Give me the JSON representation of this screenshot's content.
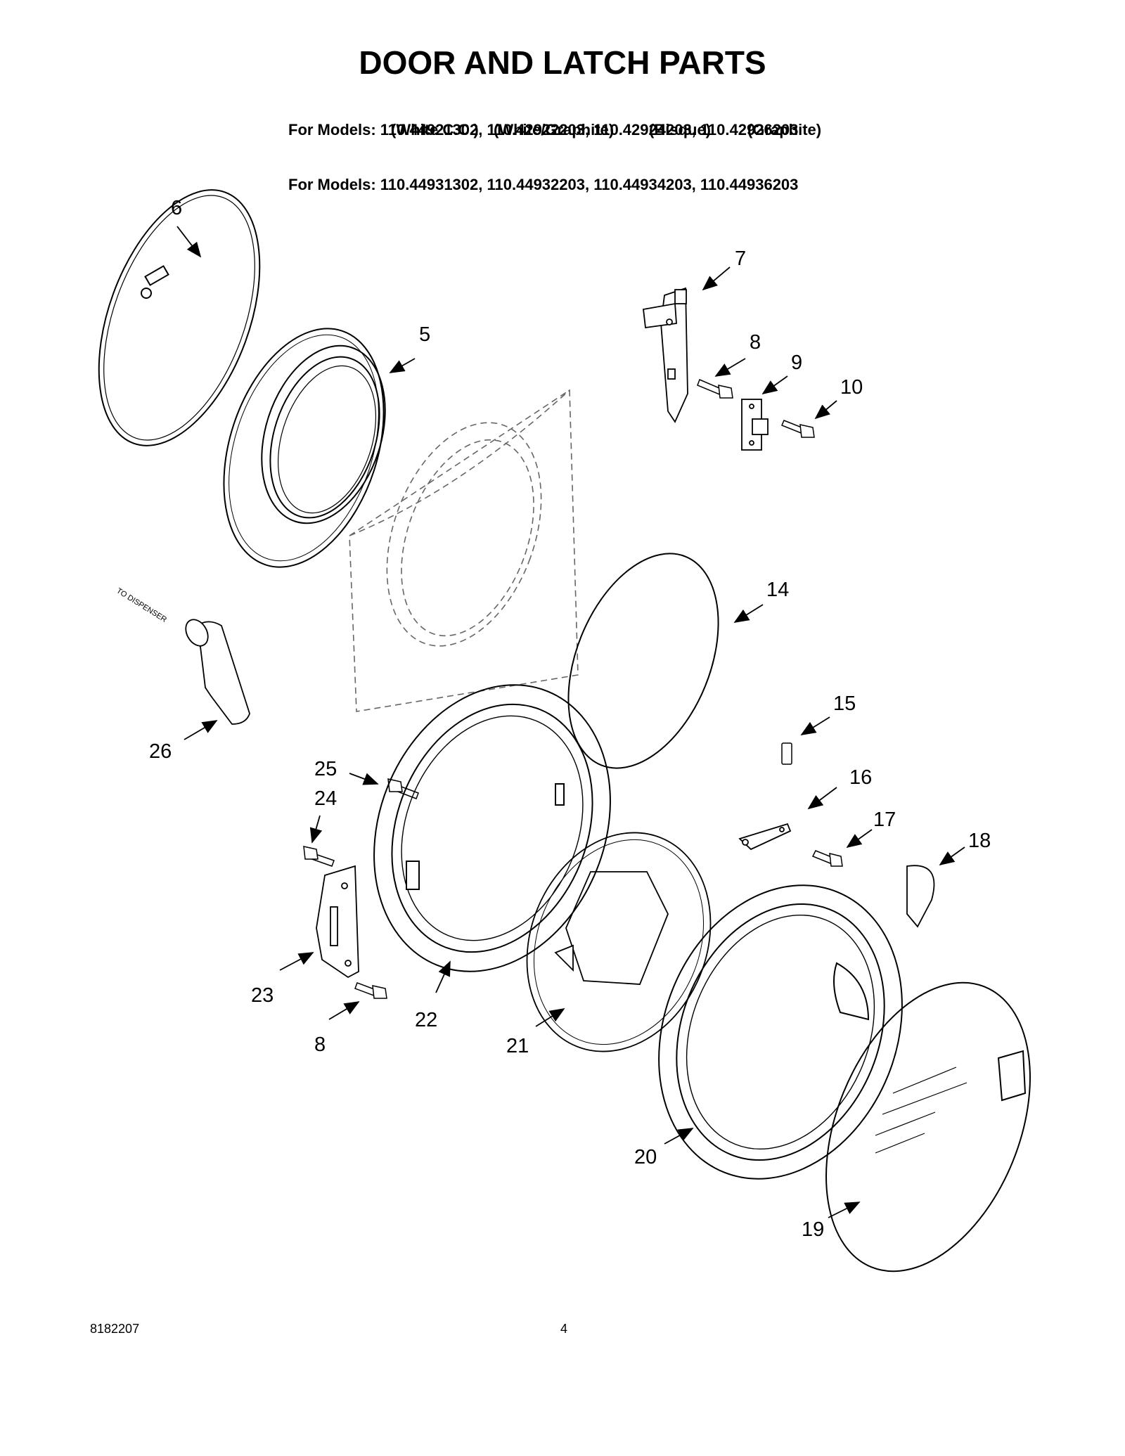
{
  "header": {
    "title": "DOOR AND LATCH PARTS",
    "models_line_1": "For Models: 110.44921302, 110.42922203, 110.42924203, 110.42926203",
    "models_line_2": "For Models: 110.44931302, 110.44932203, 110.44934203, 110.44936203",
    "colors": [
      "(White C.C.)",
      "(White/Graphite)",
      "(Bisque)",
      "(Graphite)"
    ]
  },
  "diagram": {
    "dispenser_label": "TO DISPENSER",
    "callouts": [
      "6",
      "7",
      "5",
      "8",
      "9",
      "10",
      "14",
      "15",
      "26",
      "25",
      "24",
      "16",
      "17",
      "18",
      "23",
      "22",
      "8",
      "21",
      "20",
      "19"
    ]
  },
  "footer": {
    "doc_number": "8182207",
    "page_number": "4"
  }
}
